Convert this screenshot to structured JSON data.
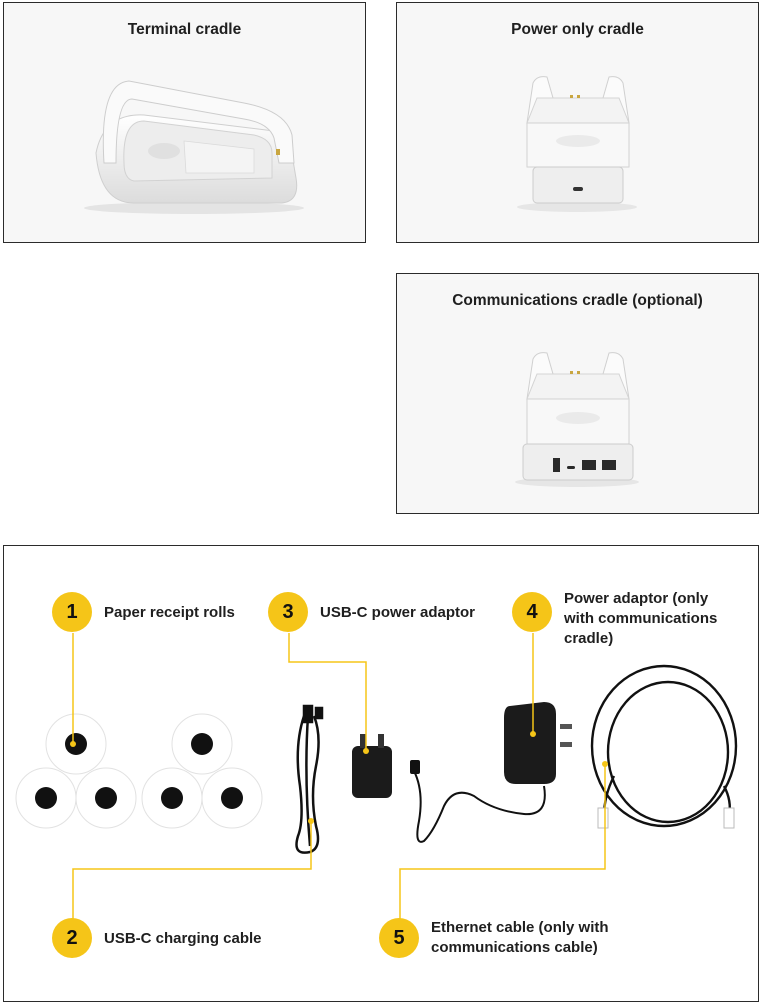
{
  "cradles": {
    "terminal": {
      "title": "Terminal cradle"
    },
    "power_only": {
      "title": "Power only cradle"
    },
    "communications": {
      "title": "Communications cradle (optional)"
    }
  },
  "accessories": {
    "items": [
      {
        "number": "1",
        "label_lines": [
          "Paper receipt rolls"
        ]
      },
      {
        "number": "2",
        "label_lines": [
          "USB-C charging cable"
        ]
      },
      {
        "number": "3",
        "label_lines": [
          "USB-C power adaptor"
        ]
      },
      {
        "number": "4",
        "label_lines": [
          "Power adaptor (only",
          "with communications",
          "cradle)"
        ]
      },
      {
        "number": "5",
        "label_lines": [
          "Ethernet cable (only with",
          "communications cable)"
        ]
      }
    ]
  },
  "colors": {
    "accent": "#f5c518",
    "panel_border": "#2b2b2b",
    "panel_bg": "#f7f7f7"
  }
}
